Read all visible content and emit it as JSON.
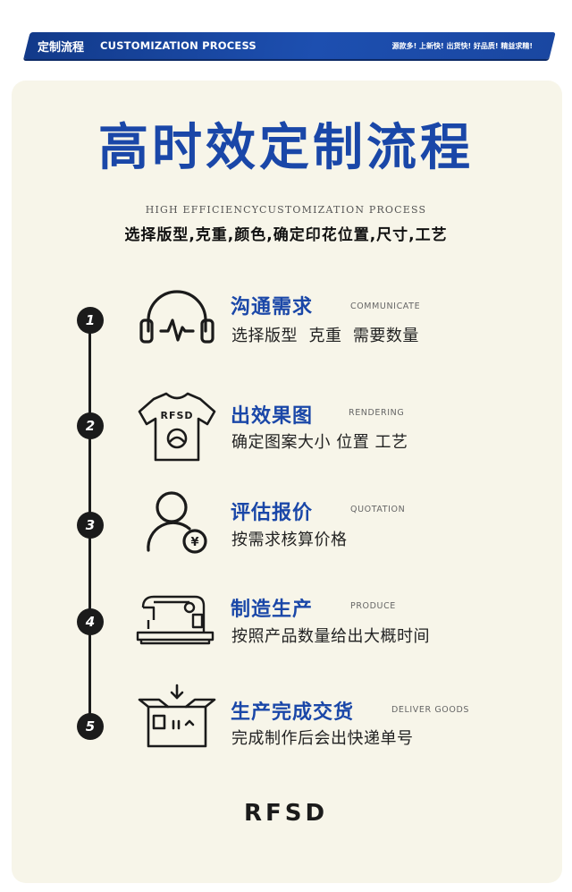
{
  "banner": {
    "title": "定制流程",
    "subtitle": "CUSTOMIZATION PROCESS",
    "slogan": "源款多! 上新快! 出货快! 好品质! 精益求精!"
  },
  "header": {
    "title": "高时效定制流程",
    "subtitle_en": "HIGH EFFICIENCYCUSTOMIZATION PROCESS",
    "description": "选择版型,克重,颜色,确定印花位置,尺寸,工艺"
  },
  "steps": [
    {
      "number": "1",
      "title": "沟通需求",
      "en": "COMMUNICATE",
      "desc": "选择版型  克重  需要数量",
      "icon": "headphones-icon"
    },
    {
      "number": "2",
      "title": "出效果图",
      "en": "RENDERING",
      "desc": "确定图案大小 位置 工艺",
      "icon": "tshirt-icon",
      "icon_text": "RFSD"
    },
    {
      "number": "3",
      "title": "评估报价",
      "en": "QUOTATION",
      "desc": "按需求核算价格",
      "icon": "user-price-icon",
      "icon_text": "¥"
    },
    {
      "number": "4",
      "title": "制造生产",
      "en": "PRODUCE",
      "desc": "按照产品数量给出大概时间",
      "icon": "sewing-machine-icon"
    },
    {
      "number": "5",
      "title": "生产完成交货",
      "en": "DELIVER GOODS",
      "desc": "完成制作后会出快递单号",
      "icon": "package-box-icon"
    }
  ],
  "footer": {
    "logo": "RFSD"
  },
  "colors": {
    "accent": "#1a47a8",
    "banner": "#1d4fb0",
    "card_bg": "#f7f5e9",
    "dark": "#1b1b1b"
  }
}
